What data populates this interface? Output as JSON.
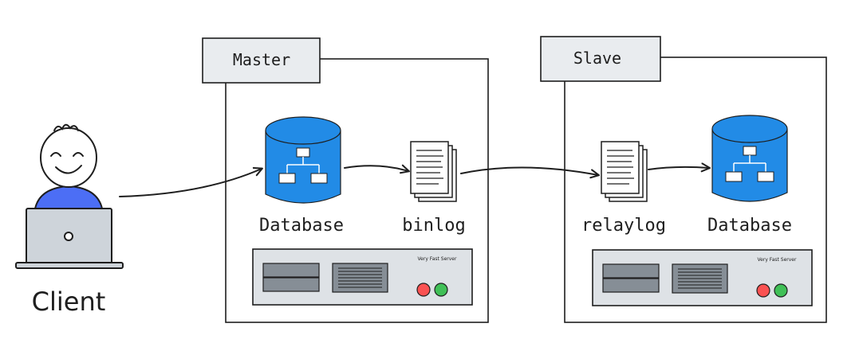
{
  "client": {
    "label": "Client"
  },
  "master": {
    "title": "Master",
    "database_label": "Database",
    "log_label": "binlog",
    "server_label": "Very Fast Server"
  },
  "slave": {
    "title": "Slave",
    "database_label": "Database",
    "log_label": "relaylog",
    "server_label": "Very Fast Server"
  },
  "colors": {
    "database_blue": "#228be6",
    "person_blue": "#4c6ef5",
    "laptop_gray": "#ced4da",
    "tab_gray": "#e9ecef",
    "server_gray": "#dee2e6",
    "led_red": "#fa5252",
    "led_green": "#40c057",
    "stroke": "#1e1e1e"
  }
}
